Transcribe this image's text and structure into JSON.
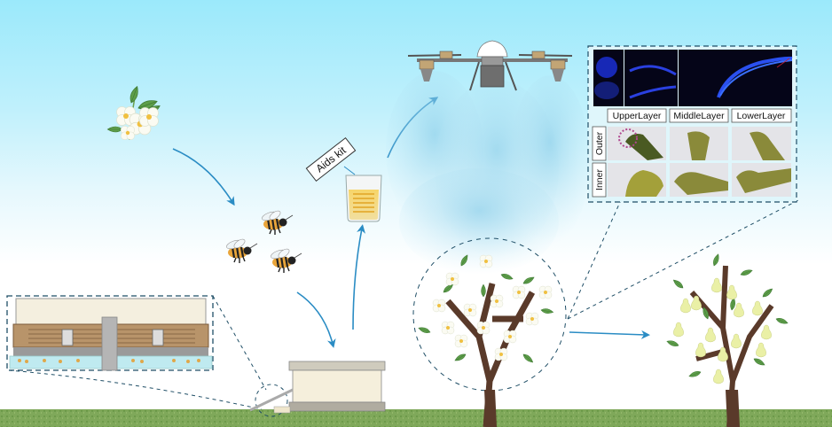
{
  "figure": {
    "title": "Pollination aid workflow: honeybees, hive pollen dispenser, aids kit, drone spraying, pear orchard",
    "aids_kit_label": "Aids kit",
    "microscopy_panel": {
      "column_headers": [
        "UpperLayer",
        "MiddleLayer",
        "LowerLayer"
      ],
      "row_headers": [
        "Outer",
        "Inner"
      ],
      "fluorescence_images": 3,
      "stigma_images": 6
    },
    "stages": [
      {
        "name": "flower",
        "description": "pear blossom branch"
      },
      {
        "name": "honeybees",
        "count": 3
      },
      {
        "name": "beehive",
        "detail": "hive with pollen dispenser tray at entrance"
      },
      {
        "name": "aids-kit",
        "detail": "beaker with yellow pollen solution"
      },
      {
        "name": "drone",
        "detail": "agricultural spray drone"
      },
      {
        "name": "flowering-tree",
        "detail": "tree in bloom"
      },
      {
        "name": "fruiting-tree",
        "detail": "tree with pears"
      }
    ],
    "colors": {
      "arrow": "#2a8cc4",
      "dash_line": "#1f4e66",
      "sky_top": "#9be9fb",
      "grass": "#7fa85a",
      "trunk": "#5a3a2a",
      "leaf": "#5e9e4a",
      "pollen": "#f0c040"
    }
  }
}
